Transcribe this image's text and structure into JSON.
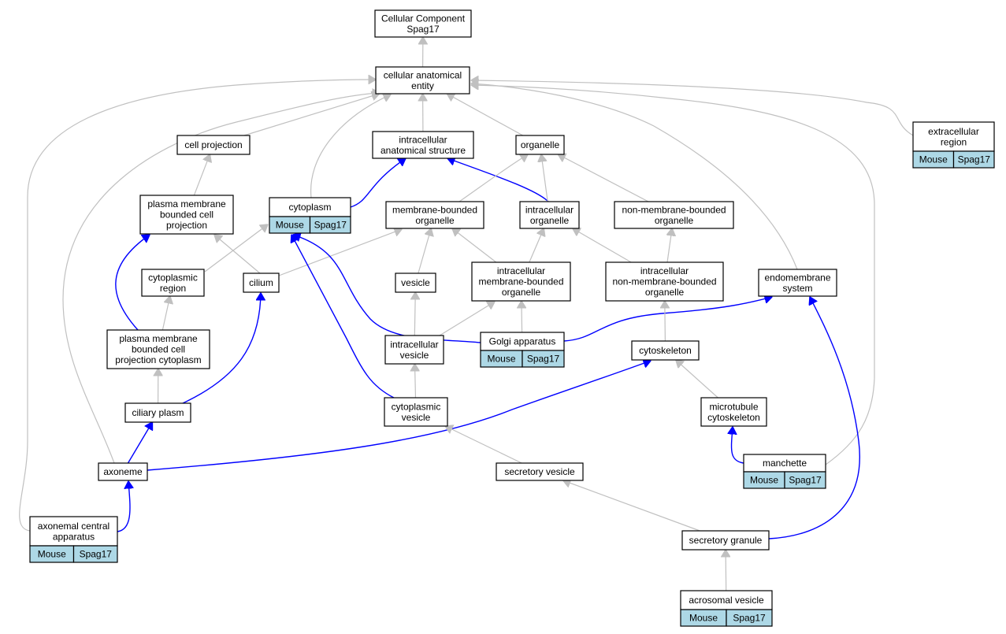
{
  "colors": {
    "node_border": "#000000",
    "node_fill": "#ffffff",
    "annotation_fill": "#add8e6",
    "is_a_edge": "#c0c0c0",
    "part_of_edge": "#0000ff"
  },
  "nodes": {
    "root": {
      "lines": [
        "Cellular Component",
        "Spag17"
      ]
    },
    "cae": {
      "lines": [
        "cellular anatomical",
        "entity"
      ]
    },
    "cellproj": {
      "lines": [
        "cell projection"
      ]
    },
    "ias": {
      "lines": [
        "intracellular",
        "anatomical structure"
      ]
    },
    "organelle": {
      "lines": [
        "organelle"
      ]
    },
    "extracell": {
      "lines": [
        "extracellular",
        "region"
      ],
      "tags": [
        "Mouse",
        "Spag17"
      ]
    },
    "pmbcp": {
      "lines": [
        "plasma membrane",
        "bounded cell",
        "projection"
      ]
    },
    "cytoplasm": {
      "lines": [
        "cytoplasm"
      ],
      "tags": [
        "Mouse",
        "Spag17"
      ]
    },
    "mbo": {
      "lines": [
        "membrane-bounded",
        "organelle"
      ]
    },
    "io": {
      "lines": [
        "intracellular",
        "organelle"
      ]
    },
    "nmbo": {
      "lines": [
        "non-membrane-bounded",
        "organelle"
      ]
    },
    "cytoreg": {
      "lines": [
        "cytoplasmic",
        "region"
      ]
    },
    "cilium": {
      "lines": [
        "cilium"
      ]
    },
    "vesicle": {
      "lines": [
        "vesicle"
      ]
    },
    "imbo": {
      "lines": [
        "intracellular",
        "membrane-bounded",
        "organelle"
      ]
    },
    "inmbo": {
      "lines": [
        "intracellular",
        "non-membrane-bounded",
        "organelle"
      ]
    },
    "endomem": {
      "lines": [
        "endomembrane",
        "system"
      ]
    },
    "pmbcpc": {
      "lines": [
        "plasma membrane",
        "bounded cell",
        "projection cytoplasm"
      ]
    },
    "iv": {
      "lines": [
        "intracellular",
        "vesicle"
      ]
    },
    "golgi": {
      "lines": [
        "Golgi apparatus"
      ],
      "tags": [
        "Mouse",
        "Spag17"
      ]
    },
    "cytoskel": {
      "lines": [
        "cytoskeleton"
      ]
    },
    "ciliaryplasm": {
      "lines": [
        "ciliary plasm"
      ]
    },
    "cv": {
      "lines": [
        "cytoplasmic",
        "vesicle"
      ]
    },
    "mtc": {
      "lines": [
        "microtubule",
        "cytoskeleton"
      ]
    },
    "axoneme": {
      "lines": [
        "axoneme"
      ]
    },
    "secves": {
      "lines": [
        "secretory vesicle"
      ]
    },
    "manchette": {
      "lines": [
        "manchette"
      ],
      "tags": [
        "Mouse",
        "Spag17"
      ]
    },
    "aca": {
      "lines": [
        "axonemal central",
        "apparatus"
      ],
      "tags": [
        "Mouse",
        "Spag17"
      ]
    },
    "secgran": {
      "lines": [
        "secretory granule"
      ]
    },
    "acroves": {
      "lines": [
        "acrosomal vesicle"
      ],
      "tags": [
        "Mouse",
        "Spag17"
      ]
    }
  }
}
